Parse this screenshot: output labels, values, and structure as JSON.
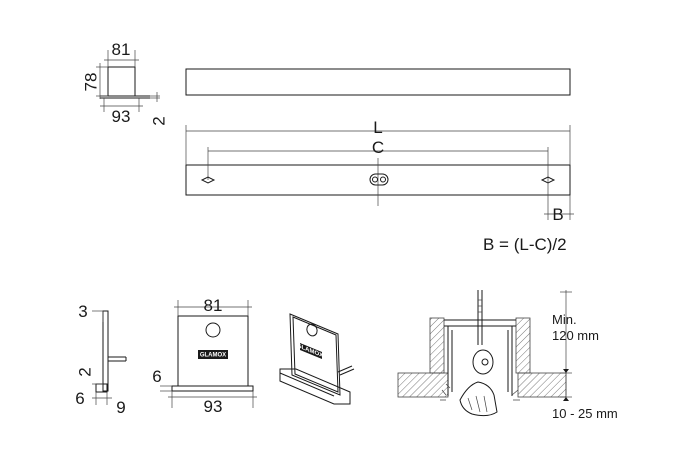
{
  "top_left_section": {
    "width_top": "81",
    "height_left": "78",
    "width_bottom": "93",
    "thickness": "2"
  },
  "long_profile": {
    "length_label": "L",
    "center_label": "C",
    "offset_label": "B",
    "formula": "B = (L-C)/2"
  },
  "side_section": {
    "top_thickness": "3",
    "mid_value": "2",
    "bottom_left": "6",
    "bottom_right": "9"
  },
  "front_view": {
    "width_top": "81",
    "base_height": "6",
    "width_bottom": "93",
    "logo_text": "GLAMOX"
  },
  "perspective_view": {
    "logo_text": "GLAMOX"
  },
  "installation": {
    "min_label": "Min.",
    "min_value": "120 mm",
    "range_value": "10 - 25 mm"
  }
}
